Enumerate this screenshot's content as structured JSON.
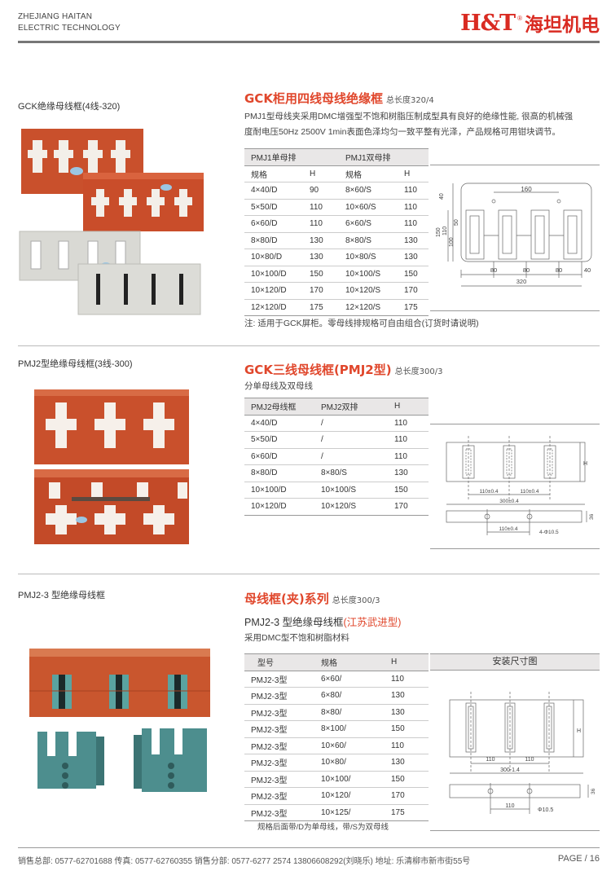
{
  "header": {
    "company_en_line1": "ZHEJIANG HAITAN",
    "company_en_line2": "ELECTRIC TECHNOLOGY",
    "brand_mark": "H&T",
    "brand_reg": "®",
    "brand_cn": "海坦机电"
  },
  "section1": {
    "label": "GCK绝缘母线框(4线-320)",
    "title": "GCK柜用四线母线绝缘框",
    "total_length": "总长度320/4",
    "desc_line1": "PMJ1型母线夹采用DMC增强型不饱和树脂压制成型具有良好的绝缘性能, 很高的机械强",
    "desc_line2": "度耐电压50Hz  2500V 1min表面色泽均匀一致平整有光泽，产品规格可用钳块调节。",
    "group_headers": [
      "PMJ1单母排",
      "PMJ1双母排"
    ],
    "columns": [
      "规格",
      "H",
      "规格",
      "H"
    ],
    "rows": [
      [
        "4×40/D",
        "90",
        "8×60/S",
        "110"
      ],
      [
        "5×50/D",
        "110",
        "10×60/S",
        "110"
      ],
      [
        "6×60/D",
        "110",
        "6×60/S",
        "110"
      ],
      [
        "8×80/D",
        "130",
        "8×80/S",
        "130"
      ],
      [
        "10×80/D",
        "130",
        "10×80/S",
        "130"
      ],
      [
        "10×100/D",
        "150",
        "10×100/S",
        "150"
      ],
      [
        "10×120/D",
        "170",
        "10×120/S",
        "170"
      ],
      [
        "12×120/D",
        "175",
        "12×120/S",
        "175"
      ]
    ],
    "note": "注: 适用于GCK屏柜。零母线排规格可自由组合(订货时请说明)",
    "drawing": {
      "top_dim": "160",
      "left_dims": [
        "40",
        "150",
        "110",
        "100",
        "50"
      ],
      "bottom_dims": [
        "80",
        "80",
        "80",
        "40"
      ],
      "total": "320"
    }
  },
  "section2": {
    "label": "PMJ2型绝缘母线框(3线-300)",
    "title": "GCK三线母线框(PMJ2型)",
    "total_length": "总长度300/3",
    "subtitle": "分单母线及双母线",
    "columns": [
      "PMJ2母线框",
      "PMJ2双排",
      "H"
    ],
    "rows": [
      [
        "4×40/D",
        "/",
        "110"
      ],
      [
        "5×50/D",
        "/",
        "110"
      ],
      [
        "6×60/D",
        "/",
        "110"
      ],
      [
        "8×80/D",
        "8×80/S",
        "130"
      ],
      [
        "10×100/D",
        "10×100/S",
        "150"
      ],
      [
        "10×120/D",
        "10×120/S",
        "170"
      ]
    ],
    "drawing": {
      "dim_a": "110±0.4",
      "dim_b": "110±0.4",
      "total": "300±0.4",
      "h": "H",
      "side_dim": "36",
      "hole_dim": "110±0.4",
      "holes": "4-Φ10.5"
    }
  },
  "section3": {
    "label": "PMJ2-3 型绝缘母线框",
    "title": "母线框(夹)系列",
    "total_length": "总长度300/3",
    "model_title": "PMJ2-3 型绝缘母线框",
    "model_origin": "(江苏武进型)",
    "subtitle": "采用DMC型不饱和树脂材料",
    "columns": [
      "型号",
      "规格",
      "H",
      "安装尺寸图"
    ],
    "rows": [
      [
        "PMJ2-3型",
        "6×60/",
        "110"
      ],
      [
        "PMJ2-3型",
        "6×80/",
        "130"
      ],
      [
        "PMJ2-3型",
        "8×80/",
        "130"
      ],
      [
        "PMJ2-3型",
        "8×100/",
        "150"
      ],
      [
        "PMJ2-3型",
        "10×60/",
        "110"
      ],
      [
        "PMJ2-3型",
        "10×80/",
        "130"
      ],
      [
        "PMJ2-3型",
        "10×100/",
        "150"
      ],
      [
        "PMJ2-3型",
        "10×120/",
        "170"
      ],
      [
        "PMJ2-3型",
        "10×125/",
        "175"
      ]
    ],
    "footnote": "规格后面带/D为单母线，带/S为双母线",
    "drawing": {
      "dim_a": "110",
      "dim_b": "110",
      "total": "300-1.4",
      "h": "H",
      "side_dim": "36",
      "hole_span": "110",
      "hole": "Φ10.5"
    }
  },
  "footer": {
    "text": "销售总部: 0577-62701688  传真: 0577-62760355   销售分部: 0577-6277 2574   13806608292(刘晓乐)   地址: 乐清柳市新市街55号",
    "page": "PAGE / 16"
  },
  "colors": {
    "brand_red": "#d92b22",
    "title_red": "#e0472c",
    "frame_orange": "#c9502c",
    "frame_grey": "#d9d9d4",
    "clamp_teal": "#4d8e8e"
  }
}
